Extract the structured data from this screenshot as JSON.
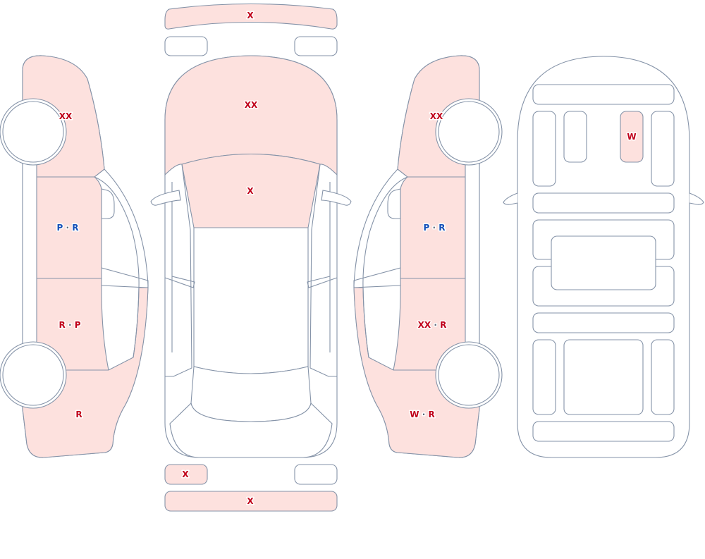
{
  "colors": {
    "outline": "#8593a8",
    "damage_fill": "#fde1de",
    "part_fill": "#ffffff",
    "code_red": "#c0001a",
    "code_blue": "#1550b8",
    "separator": "#606878"
  },
  "codes": {
    "hood": [
      {
        "t": "XX",
        "c": "red"
      }
    ],
    "windshield": [
      {
        "t": "X",
        "c": "red"
      }
    ],
    "front_bumper": [
      {
        "t": "X",
        "c": "red"
      }
    ],
    "rear_left_lamp": [
      {
        "t": "X",
        "c": "red"
      }
    ],
    "rear_bumper": [
      {
        "t": "X",
        "c": "red"
      }
    ],
    "left_front_fender": [
      {
        "t": "XX",
        "c": "red"
      }
    ],
    "left_front_door": [
      {
        "t": "P",
        "c": "blue"
      },
      {
        "t": "R",
        "c": "blue"
      }
    ],
    "left_rear_door": [
      {
        "t": "R",
        "c": "red"
      },
      {
        "t": "P",
        "c": "red"
      }
    ],
    "left_rear_quarter": [
      {
        "t": "R",
        "c": "red"
      }
    ],
    "right_front_fender": [
      {
        "t": "XX",
        "c": "red"
      }
    ],
    "right_front_door": [
      {
        "t": "P",
        "c": "blue"
      },
      {
        "t": "R",
        "c": "blue"
      }
    ],
    "right_rear_door": [
      {
        "t": "XX",
        "c": "red"
      },
      {
        "t": "R",
        "c": "red"
      }
    ],
    "right_rear_quarter": [
      {
        "t": "W",
        "c": "red"
      },
      {
        "t": "R",
        "c": "red"
      }
    ],
    "frame_part_upper": [
      {
        "t": "W",
        "c": "red"
      }
    ]
  }
}
